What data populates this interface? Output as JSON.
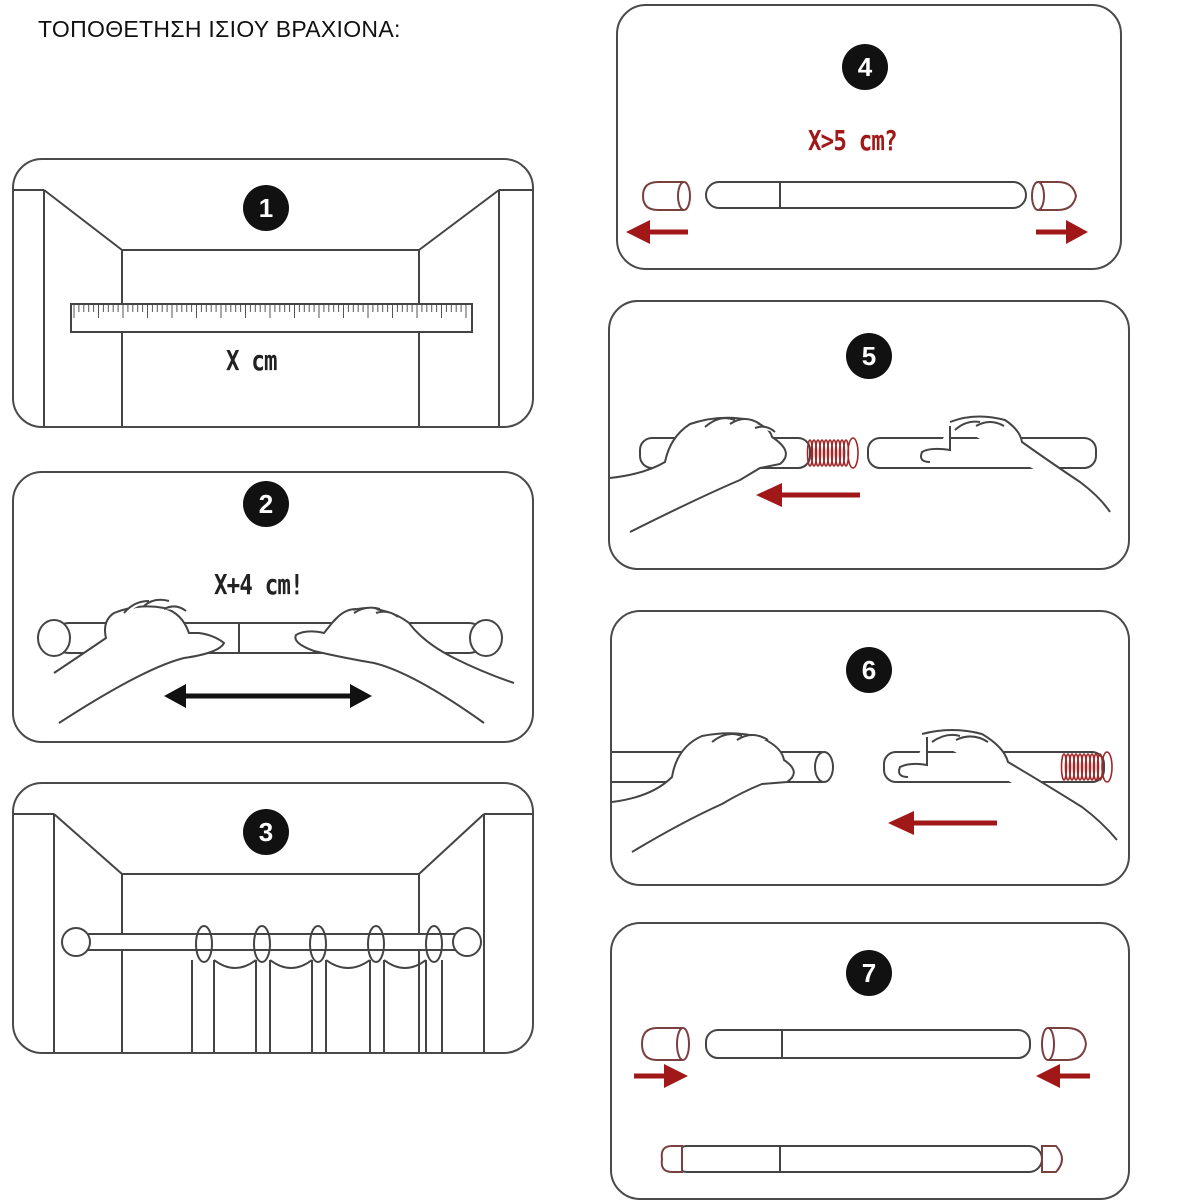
{
  "page": {
    "title": "ΤΟΠΟΘΕΤΗΣΗ ΙΣΙΟΥ ΒΡΑΧΙΟΝΑ:"
  },
  "colors": {
    "arrow": "#a01818",
    "outline": "#4a4a4a",
    "marker": "#111111"
  },
  "steps": [
    {
      "number": "1",
      "label": "X cm",
      "icons": [
        "window-frame-icon",
        "ruler-icon"
      ]
    },
    {
      "number": "2",
      "label": "X+4 cm!",
      "icons": [
        "hands-icon",
        "rod-icon",
        "double-arrow-icon"
      ]
    },
    {
      "number": "3",
      "label": "",
      "icons": [
        "window-frame-icon",
        "rod-icon",
        "curtain-rings-icon"
      ]
    },
    {
      "number": "4",
      "label": "X>5 cm?",
      "icons": [
        "end-cap-icon",
        "rod-icon",
        "arrow-left-icon",
        "arrow-right-icon"
      ]
    },
    {
      "number": "5",
      "label": "",
      "icons": [
        "hands-icon",
        "spring-icon",
        "arrow-left-icon"
      ]
    },
    {
      "number": "6",
      "label": "",
      "icons": [
        "hands-icon",
        "spring-icon",
        "arrow-left-icon"
      ]
    },
    {
      "number": "7",
      "label": "",
      "icons": [
        "end-cap-icon",
        "rod-icon",
        "arrow-right-icon",
        "arrow-left-icon"
      ]
    }
  ]
}
